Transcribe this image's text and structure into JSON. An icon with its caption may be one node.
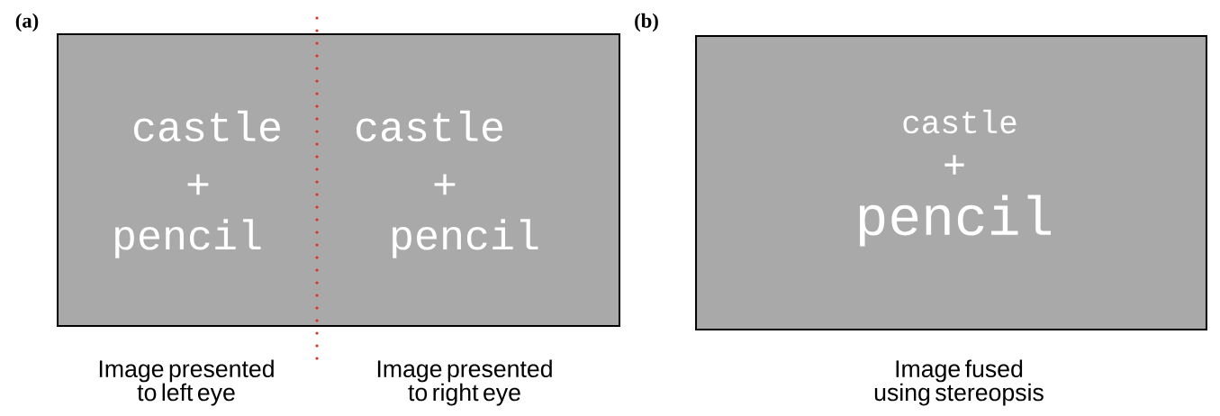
{
  "diagram": {
    "nodes": [
      {
        "text": [
          "castle",
          "+",
          "pencil",
          "castle",
          "+",
          "pencil"
        ]
      },
      {
        "text": [
          "castle",
          "+",
          "pencil"
        ]
      }
    ],
    "labels": [
      "(a)",
      "(b)",
      "Image presented to left eye",
      "Image presented to right eye",
      "Image fused using stereopsis"
    ]
  }
}
